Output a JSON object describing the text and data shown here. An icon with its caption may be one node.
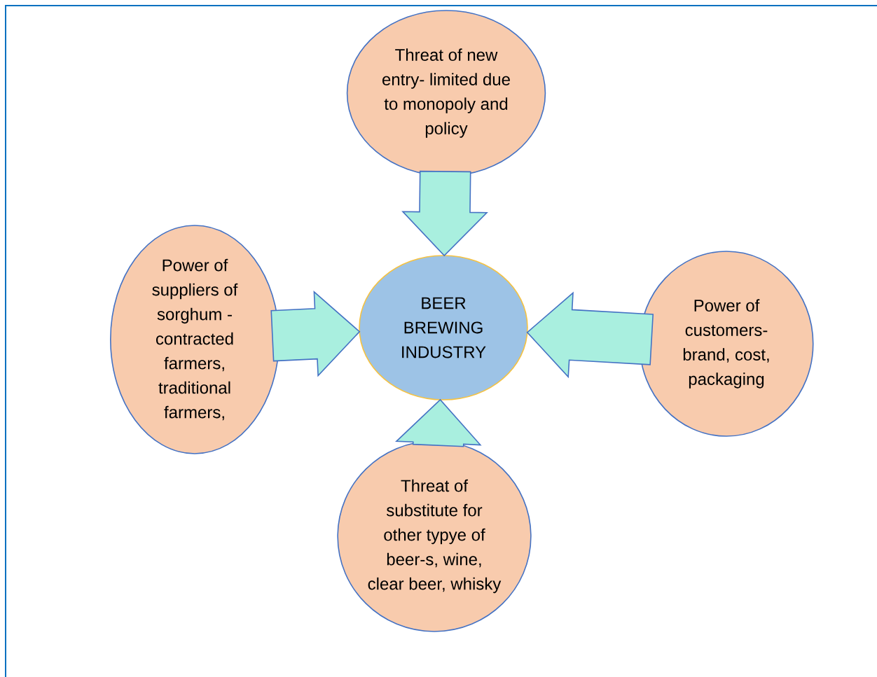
{
  "diagram": {
    "nodes": [
      {
        "text": [
          "Threat of new entry- limited due to monopoly and policy"
        ]
      },
      {
        "text": [
          "Power of suppliers of sorghum - contracted farmers, traditional farmers,"
        ]
      },
      {
        "text": [
          "BEER BREWING INDUSTRY"
        ]
      },
      {
        "text": [
          "Power of customers- brand, cost, packaging"
        ]
      },
      {
        "text": [
          "Threat of substitute for other typye of beer-s, wine, clear beer, whisky"
        ]
      }
    ],
    "edges": [
      {
        "from": 0,
        "to": 2,
        "arrow": "to"
      },
      {
        "from": 1,
        "to": 2,
        "arrow": "to"
      },
      {
        "from": 3,
        "to": 2,
        "arrow": "to"
      },
      {
        "from": 4,
        "to": 2,
        "arrow": "to"
      }
    ]
  }
}
